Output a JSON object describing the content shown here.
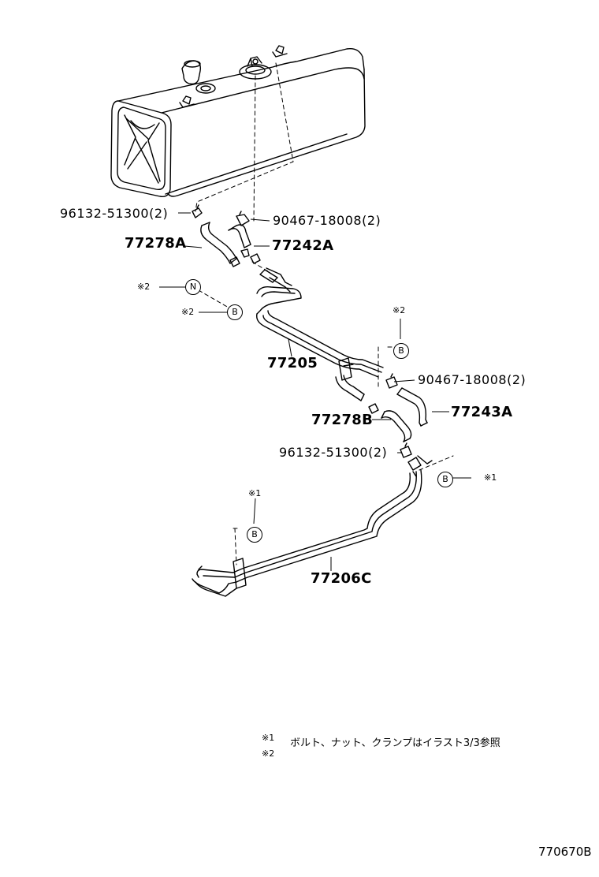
{
  "labels": {
    "clamp_96132_top": "96132-51300(2)",
    "clamp_90467_top": "90467-18008(2)",
    "hose_77278A": "77278A",
    "hose_77242A": "77242A",
    "pipe_77205": "77205",
    "clamp_90467_mid": "90467-18008(2)",
    "hose_77278B": "77278B",
    "hose_77243A": "77243A",
    "clamp_96132_mid": "96132-51300(2)",
    "pipe_77206C": "77206C"
  },
  "refs": {
    "mark_2": "※2",
    "mark_1": "※1",
    "circle_N": "N",
    "circle_B": "B"
  },
  "notes": {
    "mark_1": "※1",
    "mark_2": "※2",
    "text": "ボルト、ナット、クランプはイラスト3/3参照"
  },
  "drawing_code": "770670B"
}
